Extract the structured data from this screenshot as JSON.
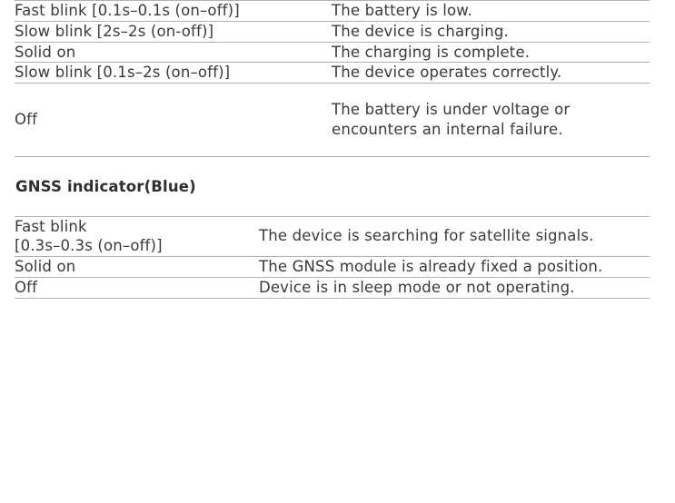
{
  "colors": {
    "text": "#3a3a3a",
    "heading": "#2f2f2f",
    "rule": "#b2b2b2",
    "background": "#ffffff"
  },
  "sections": [
    {
      "id": "battery-indicator",
      "heading": null,
      "rows": [
        {
          "state": "Fast blink [0.1s–0.1s (on–off)]",
          "desc_lines": [
            "The battery is low."
          ]
        },
        {
          "state": "Slow blink [2s–2s (on-off)]",
          "desc_lines": [
            "The device is charging."
          ]
        },
        {
          "state": "Solid on",
          "desc_lines": [
            "The charging is complete."
          ]
        },
        {
          "state": "Slow blink [0.1s–2s (on–off)]",
          "desc_lines": [
            "The device operates correctly."
          ]
        },
        {
          "state": "Off",
          "desc_lines": [
            "The battery is under voltage or",
            "encounters an internal failure."
          ]
        }
      ]
    },
    {
      "id": "gnss-indicator",
      "heading": "GNSS indicator(Blue)",
      "rows": [
        {
          "state_lines": [
            "Fast blink",
            "[0.3s–0.3s (on–off)]"
          ],
          "desc_lines": [
            "The device is searching for satellite signals."
          ]
        },
        {
          "state_lines": [
            "Solid on"
          ],
          "desc_lines": [
            "The GNSS module is already fixed a position."
          ]
        },
        {
          "state_lines": [
            "Off"
          ],
          "desc_lines": [
            "Device is in sleep mode or not operating."
          ]
        }
      ]
    }
  ]
}
